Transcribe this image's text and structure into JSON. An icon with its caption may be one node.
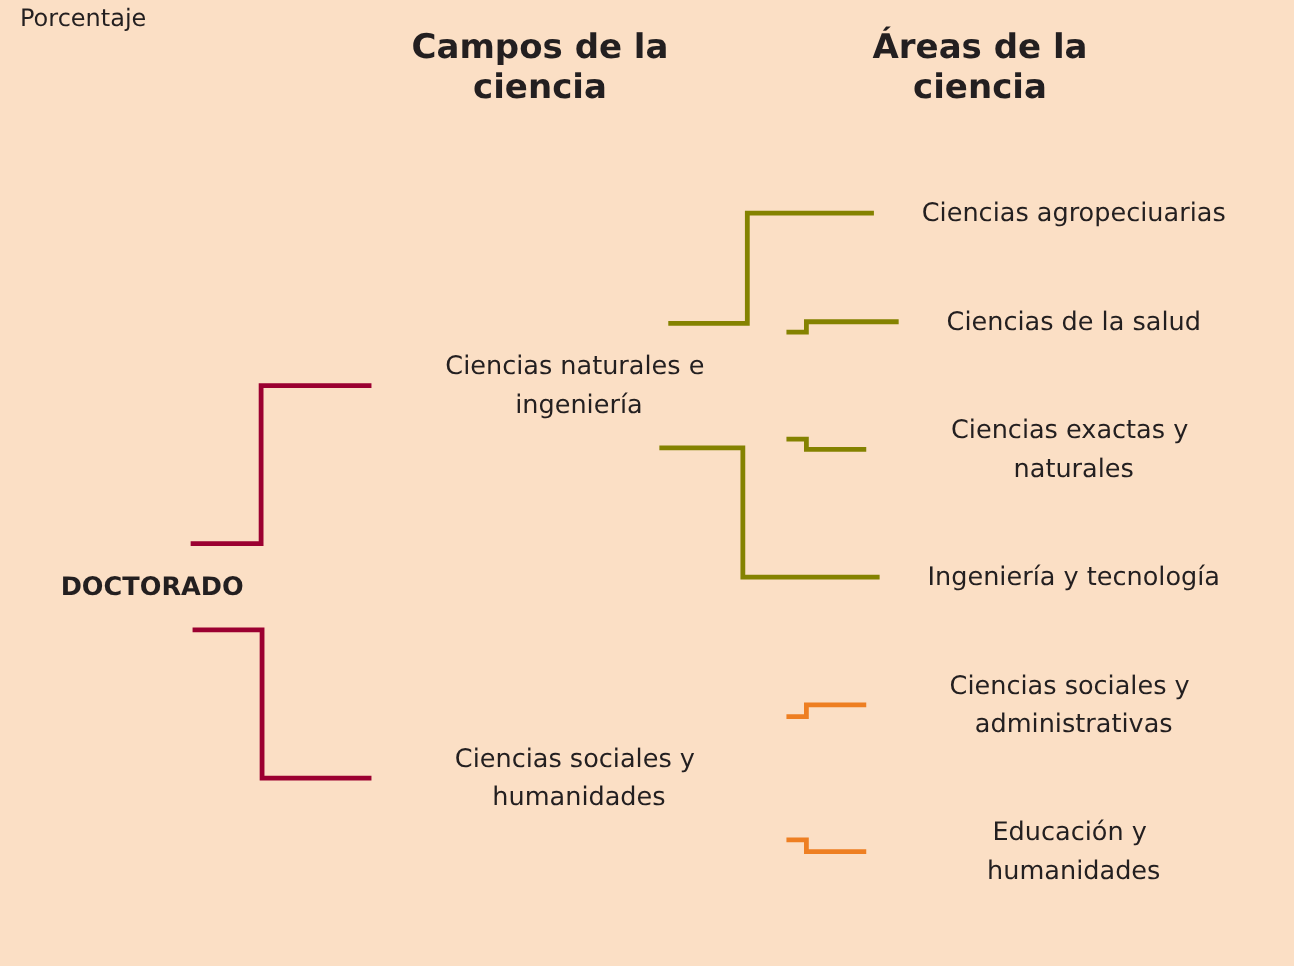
{
  "diagram": {
    "nodes": [
      {
        "text": [
          "DOCTORADO"
        ]
      },
      {
        "text": [
          "Ciencias naturales e ingeniería"
        ]
      },
      {
        "text": [
          "Ciencias sociales y humanidades"
        ]
      },
      {
        "text": [
          "Ciencias agropeciuarias"
        ]
      },
      {
        "text": [
          "Ciencias de la salud"
        ]
      },
      {
        "text": [
          "Ciencias exactas y naturales"
        ]
      },
      {
        "text": [
          "Ingeniería y tecnología"
        ]
      },
      {
        "text": [
          "Ciencias sociales y administrativas"
        ]
      },
      {
        "text": [
          "Educación y humanidades"
        ]
      }
    ],
    "edges": [
      {
        "from": 0,
        "to": 1,
        "arrow": "none",
        "color": "#9b0031"
      },
      {
        "from": 0,
        "to": 2,
        "arrow": "none",
        "color": "#9b0031"
      },
      {
        "from": 1,
        "to": 3,
        "arrow": "none"
      },
      {
        "from": 1,
        "to": 4,
        "arrow": "none"
      },
      {
        "from": 1,
        "to": 5,
        "arrow": "none"
      },
      {
        "from": 1,
        "to": 6,
        "arrow": "none"
      },
      {
        "from": 2,
        "to": 7,
        "arrow": "none",
        "color": "#ee7f22"
      },
      {
        "from": 2,
        "to": 8,
        "arrow": "none",
        "color": "#ee7f22"
      }
    ],
    "labels": [
      "Porcentaje",
      "Campos de la ciencia",
      "Áreas de la ciencia"
    ]
  }
}
